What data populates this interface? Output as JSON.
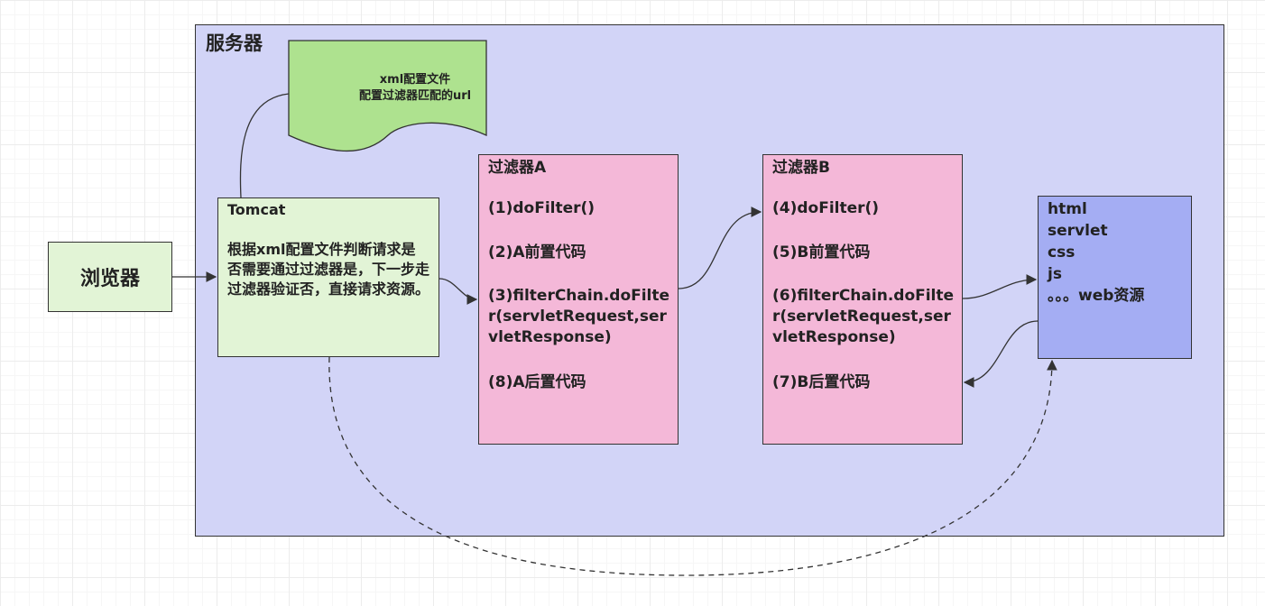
{
  "server": {
    "title": "服务器"
  },
  "browser": {
    "label": "浏览器"
  },
  "config_doc": {
    "line1": "xml配置文件",
    "line2": "配置过滤器匹配的url"
  },
  "tomcat": {
    "title": "Tomcat",
    "desc": "根据xml配置文件判断请求是否需要通过过滤器是，下一步走过滤器验证否，直接请求资源。"
  },
  "filterA": {
    "title": "过滤器A",
    "step1": "(1)doFilter()",
    "step2": "(2)A前置代码",
    "step3": "(3)filterChain.doFilter(servletRequest,servletResponse)",
    "step4": "(8)A后置代码"
  },
  "filterB": {
    "title": "过滤器B",
    "step1": "(4)doFilter()",
    "step2": "(5)B前置代码",
    "step3": "(6)filterChain.doFilter(servletRequest,servletResponse)",
    "step4": "(7)B后置代码"
  },
  "resources": {
    "items": [
      "html",
      "servlet",
      "css",
      "js",
      "。。。web资源"
    ]
  },
  "colors": {
    "server_bg": "#d2d4f7",
    "green_box": "#e2f4d6",
    "document": "#aee28f",
    "filter_bg": "#f4b8d8",
    "resource_bg": "#a4adf3"
  }
}
